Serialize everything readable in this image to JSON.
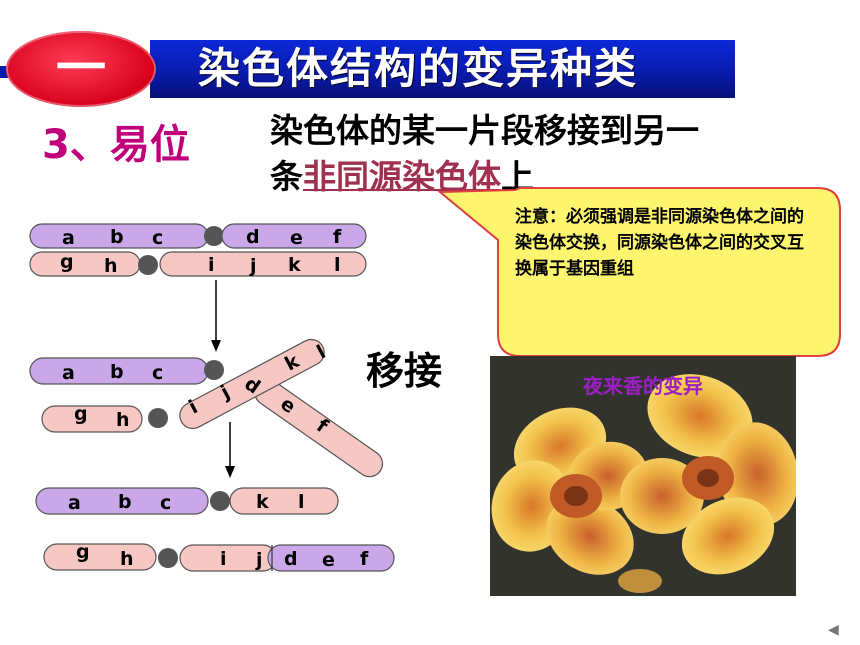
{
  "title": {
    "number": "一",
    "text": "染色体结构的变异种类",
    "band_color": "#0a1aa8",
    "oval_color": "#d8001c"
  },
  "subheading": "3、易位",
  "definition": {
    "line1": "染色体的某一片段移接到另一",
    "line2_prefix": "条",
    "line2_highlight": "非同源染色体",
    "line2_suffix": "上"
  },
  "callout": {
    "text": "注意：必须强调是非同源染色体之间的染色体交换，同源染色体之间的交叉互换属于基因重组",
    "fill": "#fdf56e",
    "stroke": "#e04040"
  },
  "transfer_label": "移接",
  "photo_caption": "夜来香的变异",
  "diagram": {
    "colors": {
      "chrom1": "#c9a7e8",
      "chrom2": "#f6c7c3",
      "centromere": "#555555"
    },
    "stage1": {
      "chrom1_left": [
        "a",
        "b",
        "c"
      ],
      "chrom1_right": [
        "d",
        "e",
        "f"
      ],
      "chrom2_left": [
        "g",
        "h"
      ],
      "chrom2_right": [
        "i",
        "j",
        "k",
        "l"
      ]
    },
    "stage2": {
      "chrom1_left": [
        "a",
        "b",
        "c"
      ],
      "cross_upper": [
        "k",
        "l"
      ],
      "cross_lower_ij": [
        "i",
        "j"
      ],
      "cross_lower_def": [
        "d",
        "e",
        "f"
      ],
      "chrom2_left": [
        "g",
        "h"
      ]
    },
    "stage3": {
      "chrom1_left": [
        "a",
        "b",
        "c"
      ],
      "chrom1_right": [
        "k",
        "l"
      ],
      "chrom2_left": [
        "g",
        "h"
      ],
      "chrom2_right_ij": [
        "i",
        "j"
      ],
      "chrom2_right_def": [
        "d",
        "e",
        "f"
      ]
    }
  },
  "nav": {
    "prev_icon": "triangle-left-icon"
  }
}
